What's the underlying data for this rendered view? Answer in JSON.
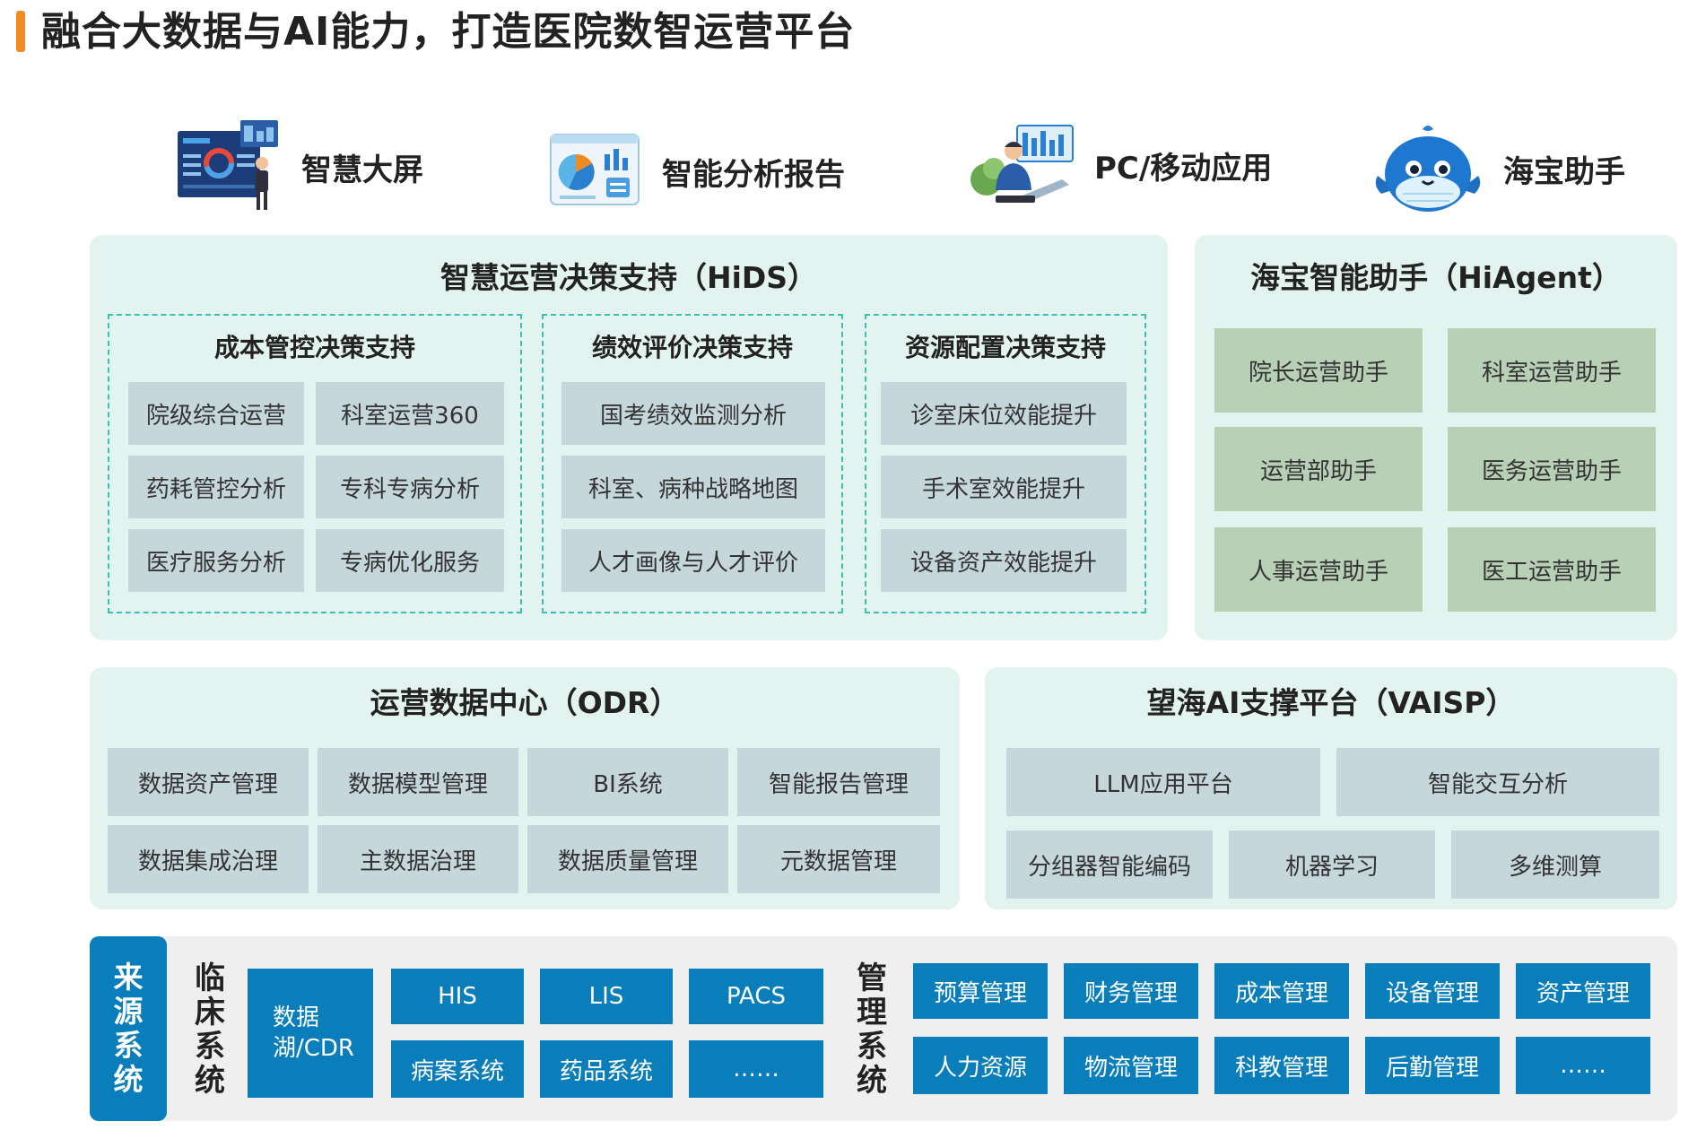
{
  "title": "融合大数据与AI能力，打造医院数智运营平台",
  "channels": [
    "智慧大屏",
    "智能分析报告",
    "PC/移动应用",
    "海宝助手"
  ],
  "hids": {
    "title": "智慧运营决策支持（HiDS）",
    "groups": [
      {
        "title": "成本管控决策支持",
        "items": [
          "院级综合运营",
          "科室运营360",
          "药耗管控分析",
          "专科专病分析",
          "医疗服务分析",
          "专病优化服务"
        ]
      },
      {
        "title": "绩效评价决策支持",
        "items": [
          "国考绩效监测分析",
          "科室、病种战略地图",
          "人才画像与人才评价"
        ]
      },
      {
        "title": "资源配置决策支持",
        "items": [
          "诊室床位效能提升",
          "手术室效能提升",
          "设备资产效能提升"
        ]
      }
    ]
  },
  "hiagent": {
    "title": "海宝智能助手（HiAgent）",
    "items": [
      "院长运营助手",
      "科室运营助手",
      "运营部助手",
      "医务运营助手",
      "人事运营助手",
      "医工运营助手"
    ]
  },
  "odr": {
    "title": "运营数据中心（ODR）",
    "items": [
      "数据资产管理",
      "数据模型管理",
      "BI系统",
      "智能报告管理",
      "数据集成治理",
      "主数据治理",
      "数据质量管理",
      "元数据管理"
    ]
  },
  "vaisp": {
    "title": "望海AI支撑平台（VAISP）",
    "row1": [
      "LLM应用平台",
      "智能交互分析"
    ],
    "row2": [
      "分组器智能编码",
      "机器学习",
      "多维测算"
    ]
  },
  "sources": {
    "label": "来源系统",
    "clinical_label": "临床系统",
    "datalake": "数据湖/CDR",
    "clinical": [
      "HIS",
      "LIS",
      "PACS",
      "病案系统",
      "药品系统",
      "……"
    ],
    "mgmt_label": "管理系统",
    "mgmt": [
      "预算管理",
      "财务管理",
      "成本管理",
      "设备管理",
      "资产管理",
      "人力资源",
      "物流管理",
      "科教管理",
      "后勤管理",
      "……"
    ]
  },
  "colors": {
    "accent": "#f08c1f",
    "panel": "#e3f3ef",
    "blue": "#0a7dbb",
    "gray_box": "#c6d7dc",
    "green_box": "#b8d0b6"
  }
}
